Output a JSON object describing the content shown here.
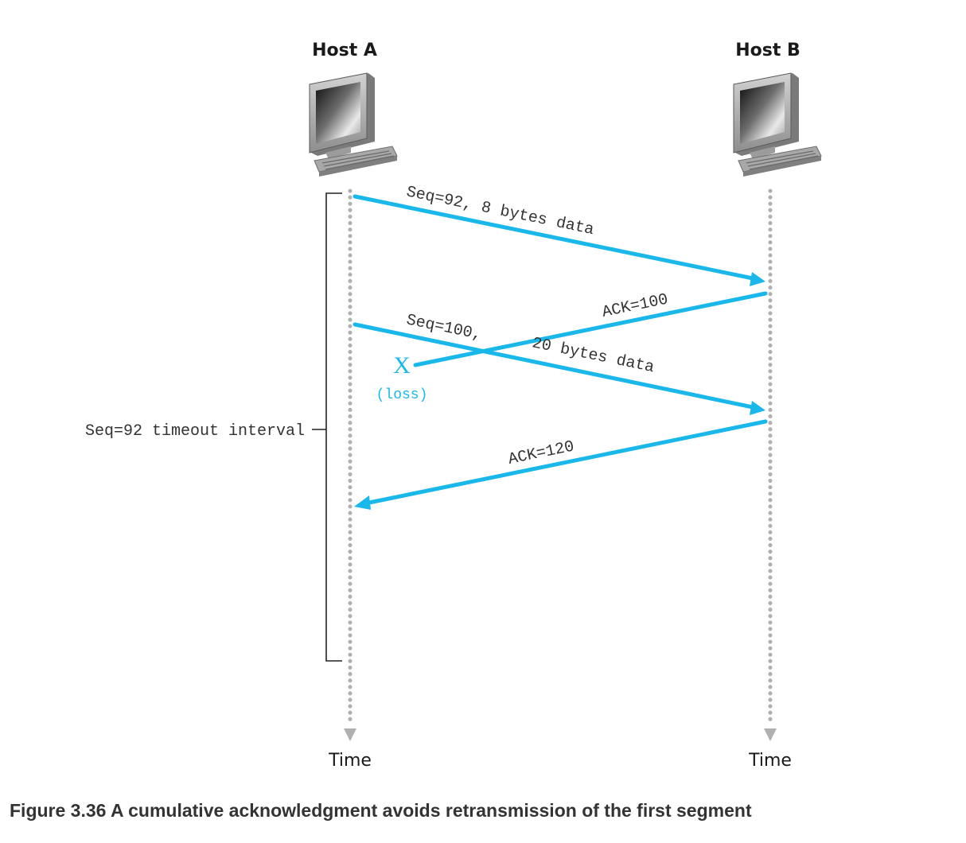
{
  "hosts": {
    "a_label": "Host A",
    "b_label": "Host B"
  },
  "time_labels": {
    "a": "Time",
    "b": "Time"
  },
  "messages": [
    {
      "label": "Seq=92, 8 bytes data",
      "direction": "A to B"
    },
    {
      "label": "ACK=100",
      "direction": "B to A",
      "lost": true
    },
    {
      "label_part1": "Seq=100,",
      "label_part2": "20 bytes data",
      "direction": "A to B"
    },
    {
      "label": "ACK=120",
      "direction": "B to A"
    }
  ],
  "loss": {
    "mark": "X",
    "label": "(loss)"
  },
  "timeout": {
    "label": "Seq=92 timeout interval"
  },
  "caption": "Figure 3.36 A cumulative acknowledgment avoids retransmission of the first segment",
  "colors": {
    "arrow": "#1ab8ea",
    "timeline": "#b0b0b0",
    "text": "#333333",
    "bracket": "#222222"
  },
  "icons": {
    "host_a": "desktop-computer-icon",
    "host_b": "desktop-computer-icon"
  }
}
